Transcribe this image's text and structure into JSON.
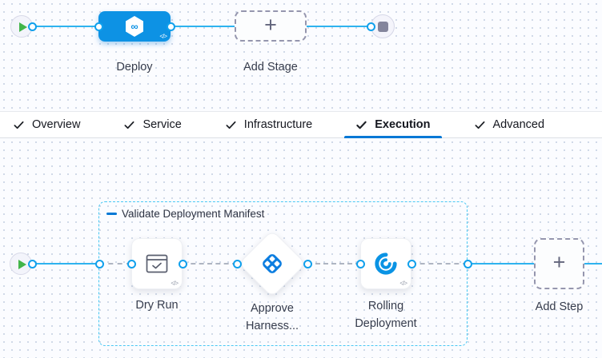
{
  "stage_graph": {
    "stage_label": "Deploy",
    "add_stage_label": "Add Stage",
    "plus_glyph": "+",
    "code_glyph": "</>"
  },
  "tabs": {
    "items": [
      {
        "label": "Overview",
        "active": false
      },
      {
        "label": "Service",
        "active": false
      },
      {
        "label": "Infrastructure",
        "active": false
      },
      {
        "label": "Execution",
        "active": true
      },
      {
        "label": "Advanced",
        "active": false
      }
    ]
  },
  "execution_graph": {
    "group_label": "Validate Deployment Manifest",
    "steps": [
      {
        "label": "Dry Run",
        "icon": "window-check-icon"
      },
      {
        "label": "Approve Harness...",
        "icon": "approval-diamond-icon"
      },
      {
        "label": "Rolling Deployment",
        "icon": "rolling-swirl-icon"
      }
    ],
    "add_step_label": "Add Step",
    "plus_glyph": "+",
    "code_glyph": "</>"
  },
  "colors": {
    "accent_blue": "#0278d5",
    "node_blue": "#0d92e4",
    "connector_blue": "#2eb3ef",
    "group_border_cyan": "#49c8f3",
    "play_green": "#42b54a"
  }
}
